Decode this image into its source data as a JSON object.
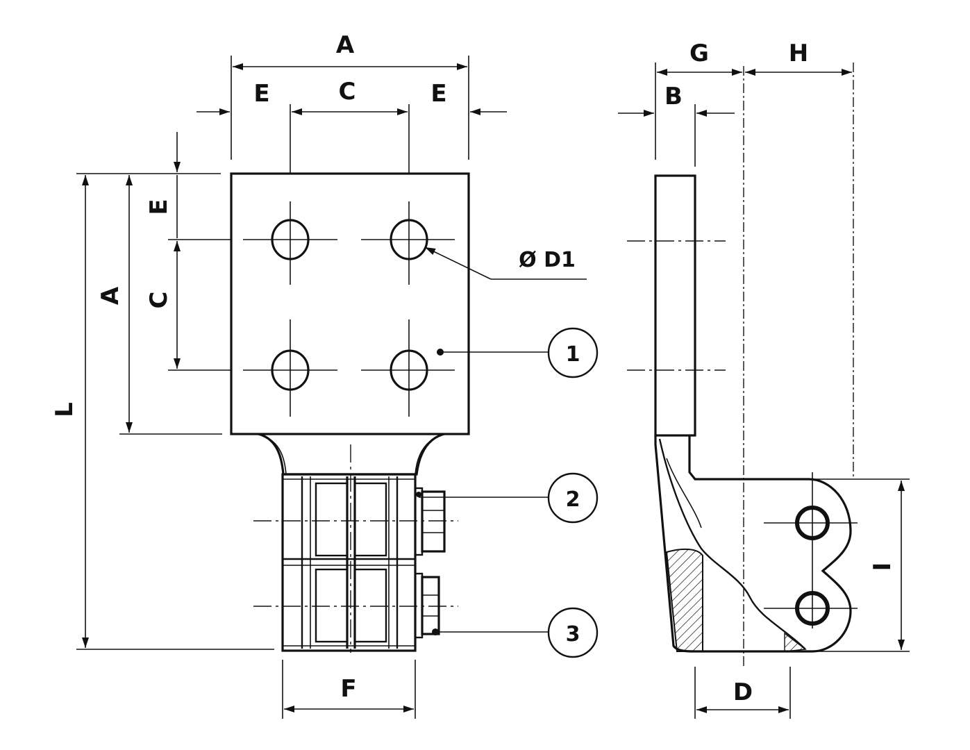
{
  "dimensions": {
    "A": "A",
    "C": "C",
    "E": "E",
    "F": "F",
    "G": "G",
    "H": "H",
    "B": "B",
    "D": "D",
    "I": "I",
    "L": "L",
    "D1": "Ø D1"
  },
  "callouts": [
    "1",
    "2",
    "3"
  ]
}
